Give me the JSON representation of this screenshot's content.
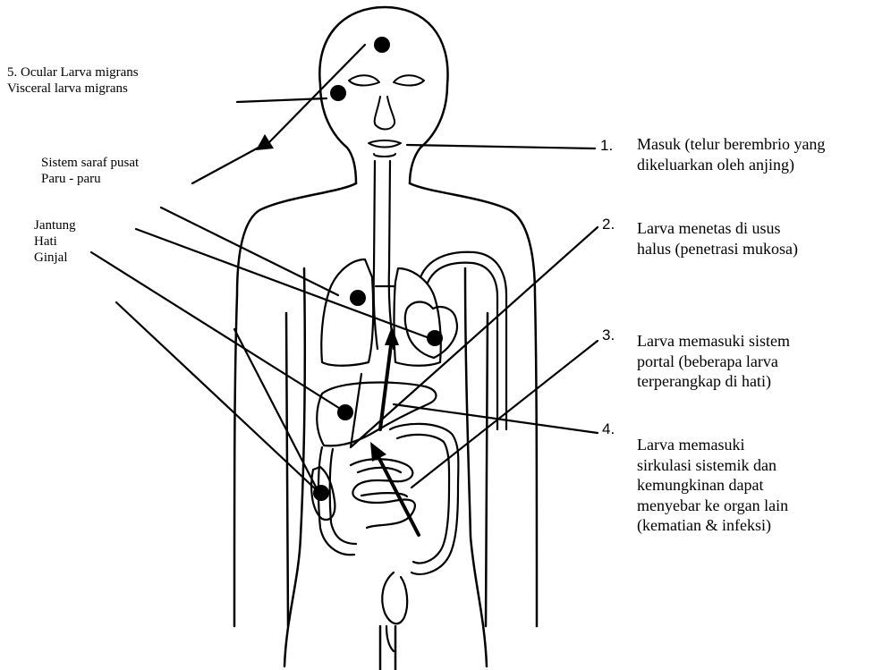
{
  "left_labels": {
    "ocular": "5. Ocular Larva migrans\nVisceral larva migrans",
    "cns_lung": "Sistem saraf pusat\nParu - paru",
    "organs": "Jantung\nHati\nGinjal"
  },
  "steps": [
    {
      "num": "1.",
      "text": "Masuk (telur berembrio yang\ndikeluarkan oleh anjing)"
    },
    {
      "num": "2.",
      "text": "Larva menetas di usus\nhalus (penetrasi mukosa)"
    },
    {
      "num": "3.",
      "text": "Larva memasuki sistem\nportal (beberapa larva\nterperangkap di hati)"
    },
    {
      "num": "4.",
      "text": "Larva memasuki\nsirkulasi sistemik dan\nkemungkinan dapat\nmenyebar ke organ lain\n(kematian & infeksi)"
    }
  ]
}
